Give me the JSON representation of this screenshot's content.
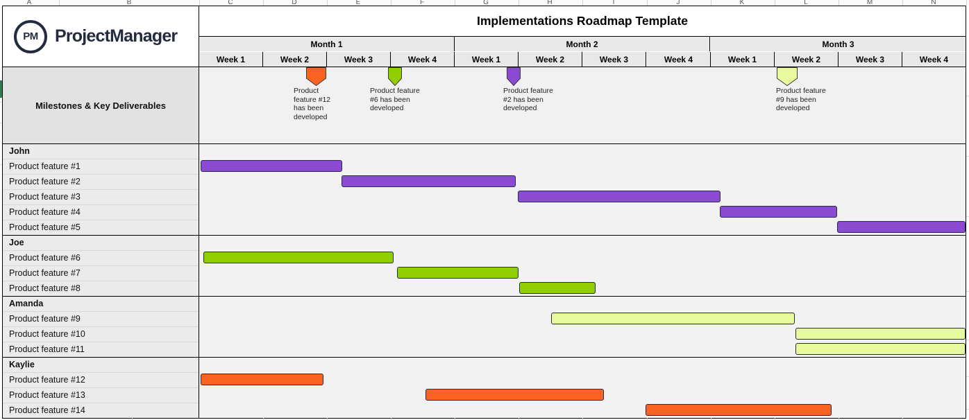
{
  "logo": {
    "badge": "PM",
    "wordmark": "ProjectManager"
  },
  "title": "Implementations Roadmap Template",
  "excel": {
    "column_letters": [
      "A",
      "B",
      "C",
      "D",
      "E",
      "F",
      "G",
      "H",
      "I",
      "J",
      "K",
      "L",
      "M",
      "N"
    ]
  },
  "left_panel": {
    "milestones_header": "Milestones & Key Deliverables"
  },
  "colors": {
    "purple": "#8b4ad2",
    "green": "#90ce00",
    "pale_green": "#e9f99e",
    "orange": "#f96322",
    "bar_border": "#222c42",
    "header_bg": "#e8e8e8",
    "navy_logo": "#252b3f"
  },
  "chart_data": {
    "type": "gantt",
    "unit": "weeks",
    "weeks_total": 12,
    "x_axis": {
      "months": [
        "Month 1",
        "Month 2",
        "Month 3"
      ],
      "weeks_per_month": 4,
      "week_labels": [
        "Week 1",
        "Week 2",
        "Week 3",
        "Week 4"
      ]
    },
    "sections": [
      {
        "name": "John",
        "color": "#8b4ad2",
        "tasks": [
          {
            "label": "Product feature #1",
            "start_week": 0.03,
            "end_week": 2.24
          },
          {
            "label": "Product feature #2",
            "start_week": 2.24,
            "end_week": 4.97
          },
          {
            "label": "Product feature #3",
            "start_week": 5.0,
            "end_week": 8.17
          },
          {
            "label": "Product feature #4",
            "start_week": 8.16,
            "end_week": 9.99
          },
          {
            "label": "Product feature #5",
            "start_week": 9.99,
            "end_week": 12.0
          }
        ]
      },
      {
        "name": "Joe",
        "color": "#90ce00",
        "tasks": [
          {
            "label": "Product feature #6",
            "start_week": 0.08,
            "end_week": 3.06
          },
          {
            "label": "Product feature #7",
            "start_week": 3.11,
            "end_week": 5.01
          },
          {
            "label": "Product feature #8",
            "start_week": 5.02,
            "end_week": 6.21
          }
        ]
      },
      {
        "name": "Amanda",
        "color": "#e9f99e",
        "tasks": [
          {
            "label": "Product feature #9",
            "start_week": 5.52,
            "end_week": 9.33
          },
          {
            "label": "Product feature #10",
            "start_week": 9.34,
            "end_week": 12.0
          },
          {
            "label": "Product feature #11",
            "start_week": 9.34,
            "end_week": 12.0
          }
        ]
      },
      {
        "name": "Kaylie",
        "color": "#f96322",
        "tasks": [
          {
            "label": "Product feature #12",
            "start_week": 0.03,
            "end_week": 1.95
          },
          {
            "label": "Product feature #13",
            "start_week": 3.55,
            "end_week": 6.34
          },
          {
            "label": "Product feature #14",
            "start_week": 6.99,
            "end_week": 9.9
          }
        ]
      }
    ],
    "milestones": [
      {
        "text": "Product feature #12 has been developed",
        "color": "#f96322",
        "marker_week": 1.68,
        "marker_w": 29,
        "text_week": 1.49,
        "text_w": 56
      },
      {
        "text": "Product feature #6 has been developed",
        "color": "#90ce00",
        "marker_week": 2.97,
        "marker_w": 20,
        "text_week": 2.68,
        "text_w": 78
      },
      {
        "text": "Product feature #2 has been developed",
        "color": "#8b4ad2",
        "marker_week": 4.82,
        "marker_w": 20,
        "text_week": 4.77,
        "text_w": 78
      },
      {
        "text": "Product feature #9 has been developed",
        "color": "#e9f99e",
        "marker_week": 9.05,
        "marker_w": 30,
        "text_week": 9.03,
        "text_w": 78
      }
    ]
  }
}
